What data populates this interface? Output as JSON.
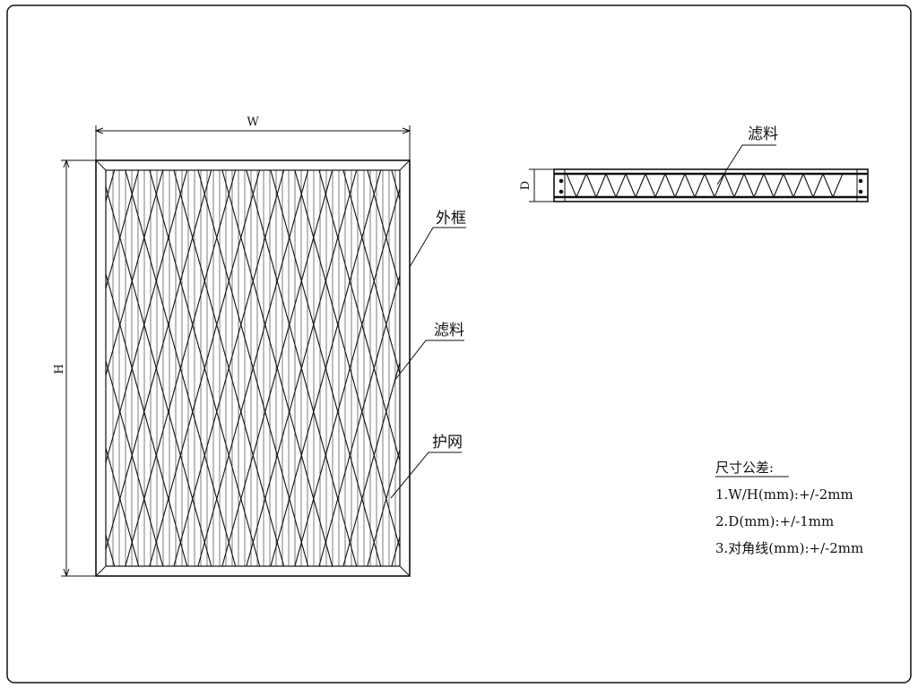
{
  "drawing": {
    "front_view": {
      "width_label": "W",
      "height_label": "H",
      "callouts": {
        "frame": "外框",
        "media": "滤料",
        "mesh": "护网"
      }
    },
    "side_view": {
      "depth_label": "D",
      "callout_media": "滤料"
    },
    "tolerance_notes": {
      "title": "尺寸公差:",
      "items": [
        "1.W/H(mm):+/-2mm",
        "2.D(mm):+/-1mm",
        "3.对角线(mm):+/-2mm"
      ]
    }
  },
  "colors": {
    "line": "#111111",
    "background": "#ffffff"
  }
}
